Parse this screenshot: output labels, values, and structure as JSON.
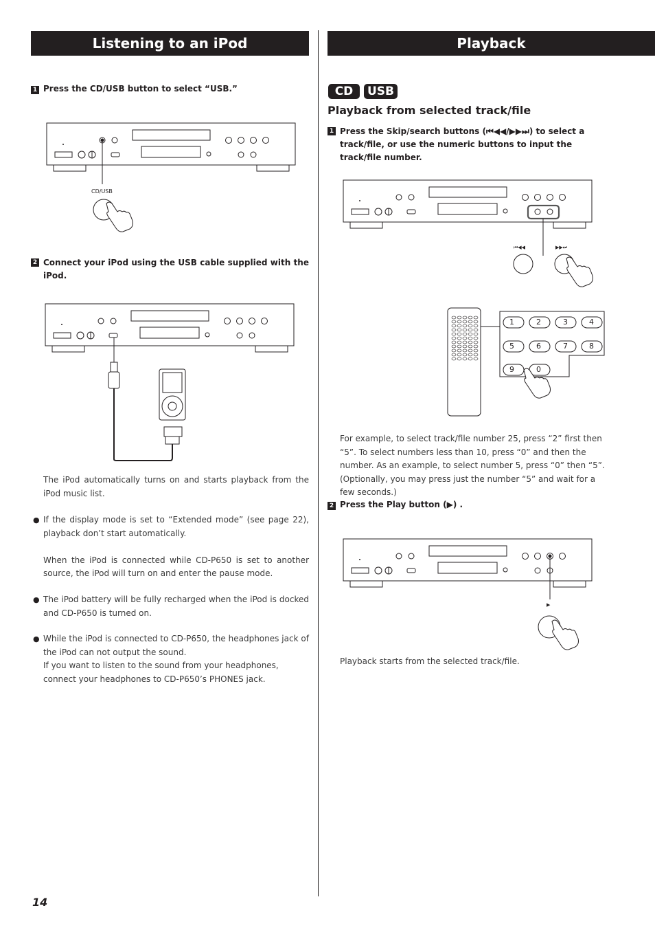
{
  "page_number": "14",
  "left": {
    "title": "Listening to an iPod",
    "step1": {
      "num": "1",
      "text": "Press the CD/USB button to select “USB.”"
    },
    "cdusb_label": "CD/USB",
    "step2": {
      "num": "2",
      "text": "Connect your iPod using the USB cable supplied with the iPod."
    },
    "para1": "The iPod automatically turns on and starts playback from the iPod music list.",
    "bullets": [
      {
        "text": "If the display mode is set to  “Extended mode” (see page 22), playback don’t start automatically.",
        "extra": "When the iPod is connected while CD-P650 is set to another source, the iPod will turn on and enter the pause mode."
      },
      {
        "text": "The iPod battery will be fully recharged when the iPod is docked and CD-P650 is turned on.",
        "extra": ""
      },
      {
        "text": "While the iPod is connected to CD-P650, the headphones jack of the iPod can not output the sound.",
        "extra": "If you want to listen to the sound from your headphones, connect your headphones to CD-P650’s PHONES jack."
      }
    ]
  },
  "right": {
    "title": "Playback",
    "tags": [
      "CD",
      "USB"
    ],
    "subtitle": "Playback from selected track/file",
    "step1": {
      "num": "1",
      "text": "Press the Skip/search buttons (⏮◀◀/▶▶⏭) to select a track/file, or use the numeric buttons to input the track/file number."
    },
    "skip_labels": [
      "⏮◀◀",
      "▶▶⏭"
    ],
    "keypad": [
      "1",
      "2",
      "3",
      "4",
      "5",
      "6",
      "7",
      "8",
      "9",
      "0"
    ],
    "example_text": "For example, to select track/file number 25, press “2” first then “5”. To select numbers less than 10, press “0” and then the number. As an example, to select number 5, press “0” then “5”. (Optionally, you may press just the number “5” and wait for a few seconds.)",
    "step2": {
      "num": "2",
      "text": "Press the Play button (▶) ."
    },
    "play_label": "▶",
    "result_text": "Playback starts from the selected track/file."
  }
}
